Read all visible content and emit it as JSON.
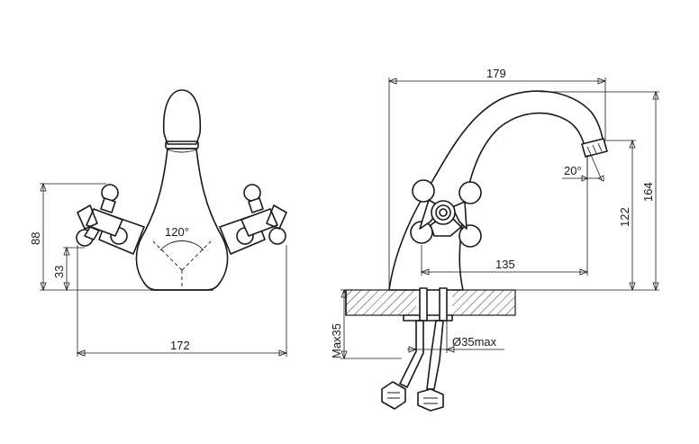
{
  "front_view": {
    "height_total": "88",
    "height_handles": "33",
    "width_total": "172",
    "handle_angle": "120°"
  },
  "side_view": {
    "width_total": "179",
    "height_total": "164",
    "height_spout": "122",
    "spout_reach": "135",
    "spout_angle": "20°",
    "countertop_max": "Max35",
    "hole_diameter": "Ø35max"
  }
}
